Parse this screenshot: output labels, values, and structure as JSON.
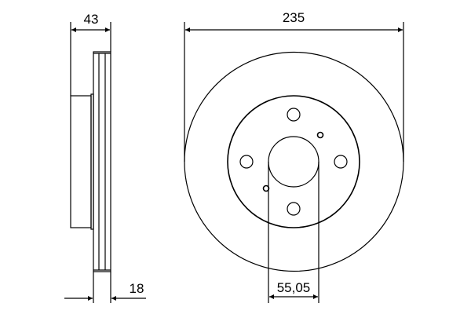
{
  "dimensions": {
    "overall_height": "43",
    "diameter": "235",
    "thickness": "18",
    "center_bore": "55,05"
  },
  "colors": {
    "line": "#000000",
    "background": "#ffffff"
  }
}
